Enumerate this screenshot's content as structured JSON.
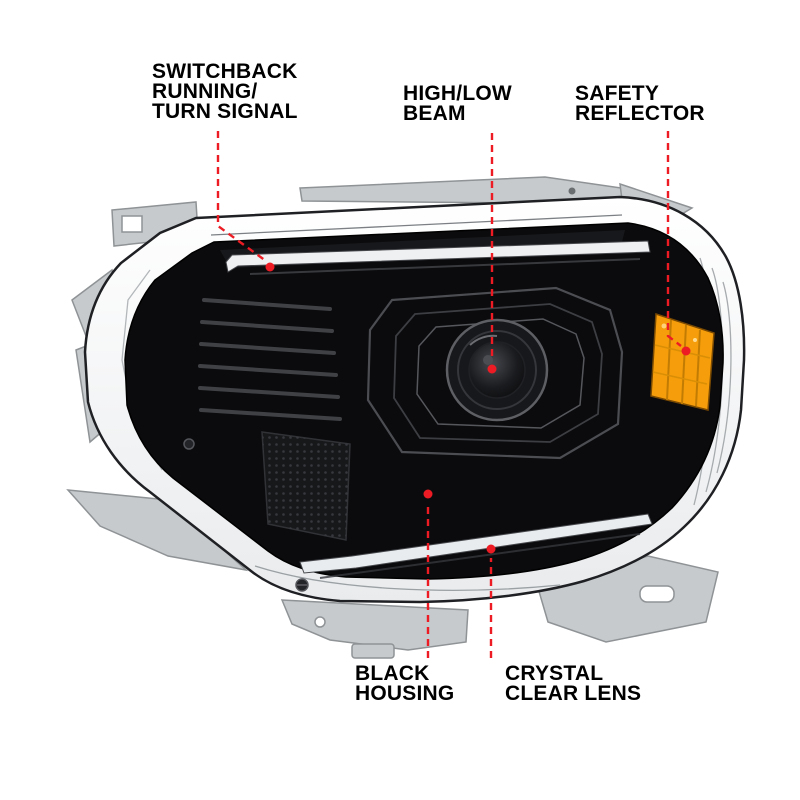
{
  "figure": {
    "type": "annotated product diagram",
    "subject": "projector headlight assembly, front three-quarter view"
  },
  "callouts": [
    {
      "id": "switchback-running-turn-signal",
      "lines": [
        "SWITCHBACK",
        "RUNNING/",
        "TURN SIGNAL"
      ]
    },
    {
      "id": "high-low-beam",
      "lines": [
        "HIGH/LOW",
        "BEAM"
      ]
    },
    {
      "id": "safety-reflector",
      "lines": [
        "SAFETY",
        "REFLECTOR"
      ]
    },
    {
      "id": "black-housing",
      "lines": [
        "BLACK",
        "HOUSING"
      ]
    },
    {
      "id": "crystal-clear-lens",
      "lines": [
        "CRYSTAL",
        "CLEAR LENS"
      ]
    }
  ],
  "colors": {
    "background": "#ffffff",
    "label_text": "#000000",
    "callout_line": "#ed1c24",
    "callout_dot": "#ed1c24",
    "housing_black": "#0b0b0d",
    "amber_reflector": "#f59d0a",
    "bracket_gray": "#c6cacc"
  }
}
